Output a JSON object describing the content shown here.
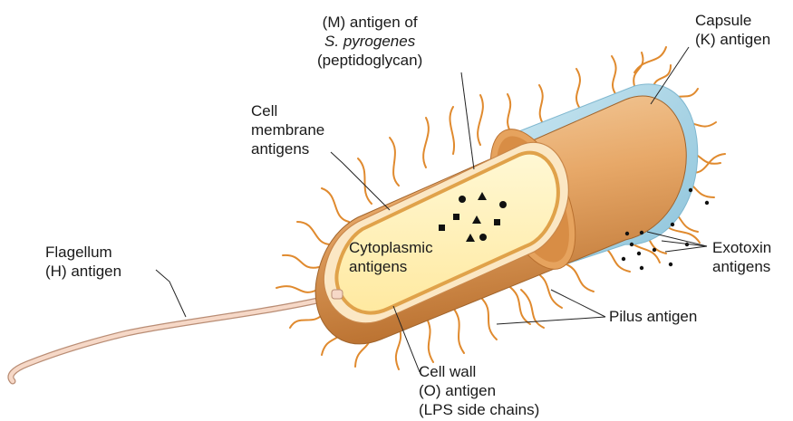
{
  "labels": {
    "m_antigen": {
      "line1": "(M) antigen of",
      "line2": "S. pyrogenes",
      "line3": "(peptidoglycan)"
    },
    "capsule": {
      "line1": "Capsule",
      "line2": "(K) antigen"
    },
    "cell_membrane": {
      "line1": "Cell",
      "line2": "membrane",
      "line3": "antigens"
    },
    "flagellum": {
      "line1": "Flagellum",
      "line2": "(H) antigen"
    },
    "cytoplasmic": {
      "line1": "Cytoplasmic",
      "line2": "antigens"
    },
    "exotoxin": {
      "line1": "Exotoxin",
      "line2": "antigens"
    },
    "pilus": {
      "line1": "Pilus antigen"
    },
    "cell_wall": {
      "line1": "Cell wall",
      "line2": "(O) antigen",
      "line3": "(LPS side chains)"
    }
  },
  "colors": {
    "capsule": "#9ecfe3",
    "wall_outer": "#cf8a4a",
    "wall_light": "#f1c79a",
    "membrane_ring": "#e9a662",
    "cytoplasm": "#fff2b8",
    "pili": "#e08a2e",
    "flagellum": "#f6d8c7",
    "leader": "#222222"
  },
  "icons": {
    "particles": "dots",
    "cytoplasm_markers": [
      "circle",
      "triangle",
      "square"
    ]
  }
}
